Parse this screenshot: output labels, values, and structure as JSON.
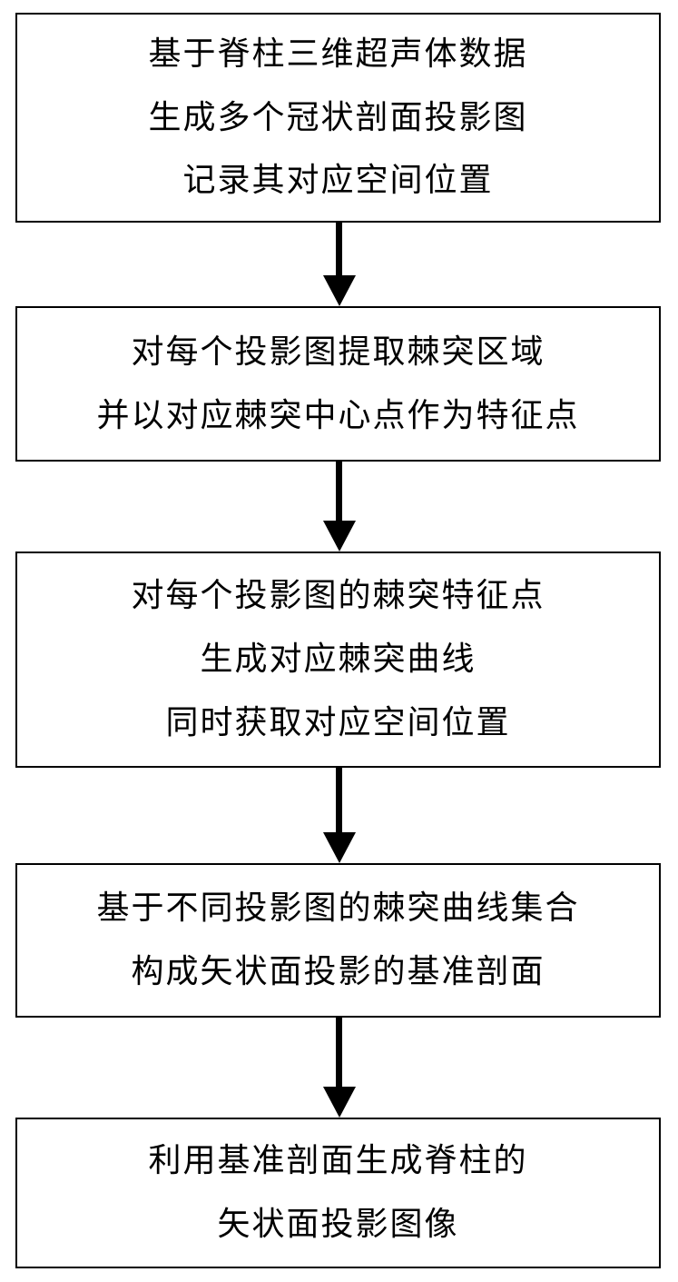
{
  "flowchart": {
    "steps": [
      {
        "lines": [
          "基于脊柱三维超声体数据",
          "生成多个冠状剖面投影图",
          "记录其对应空间位置"
        ]
      },
      {
        "lines": [
          "对每个投影图提取棘突区域",
          "并以对应棘突中心点作为特征点"
        ]
      },
      {
        "lines": [
          "对每个投影图的棘突特征点",
          "生成对应棘突曲线",
          "同时获取对应空间位置"
        ]
      },
      {
        "lines": [
          "基于不同投影图的棘突曲线集合",
          "构成矢状面投影的基准剖面"
        ]
      },
      {
        "lines": [
          "利用基准剖面生成脊柱的",
          "矢状面投影图像"
        ]
      }
    ],
    "colors": {
      "border": "#000000",
      "text": "#000000",
      "background": "#ffffff"
    }
  }
}
